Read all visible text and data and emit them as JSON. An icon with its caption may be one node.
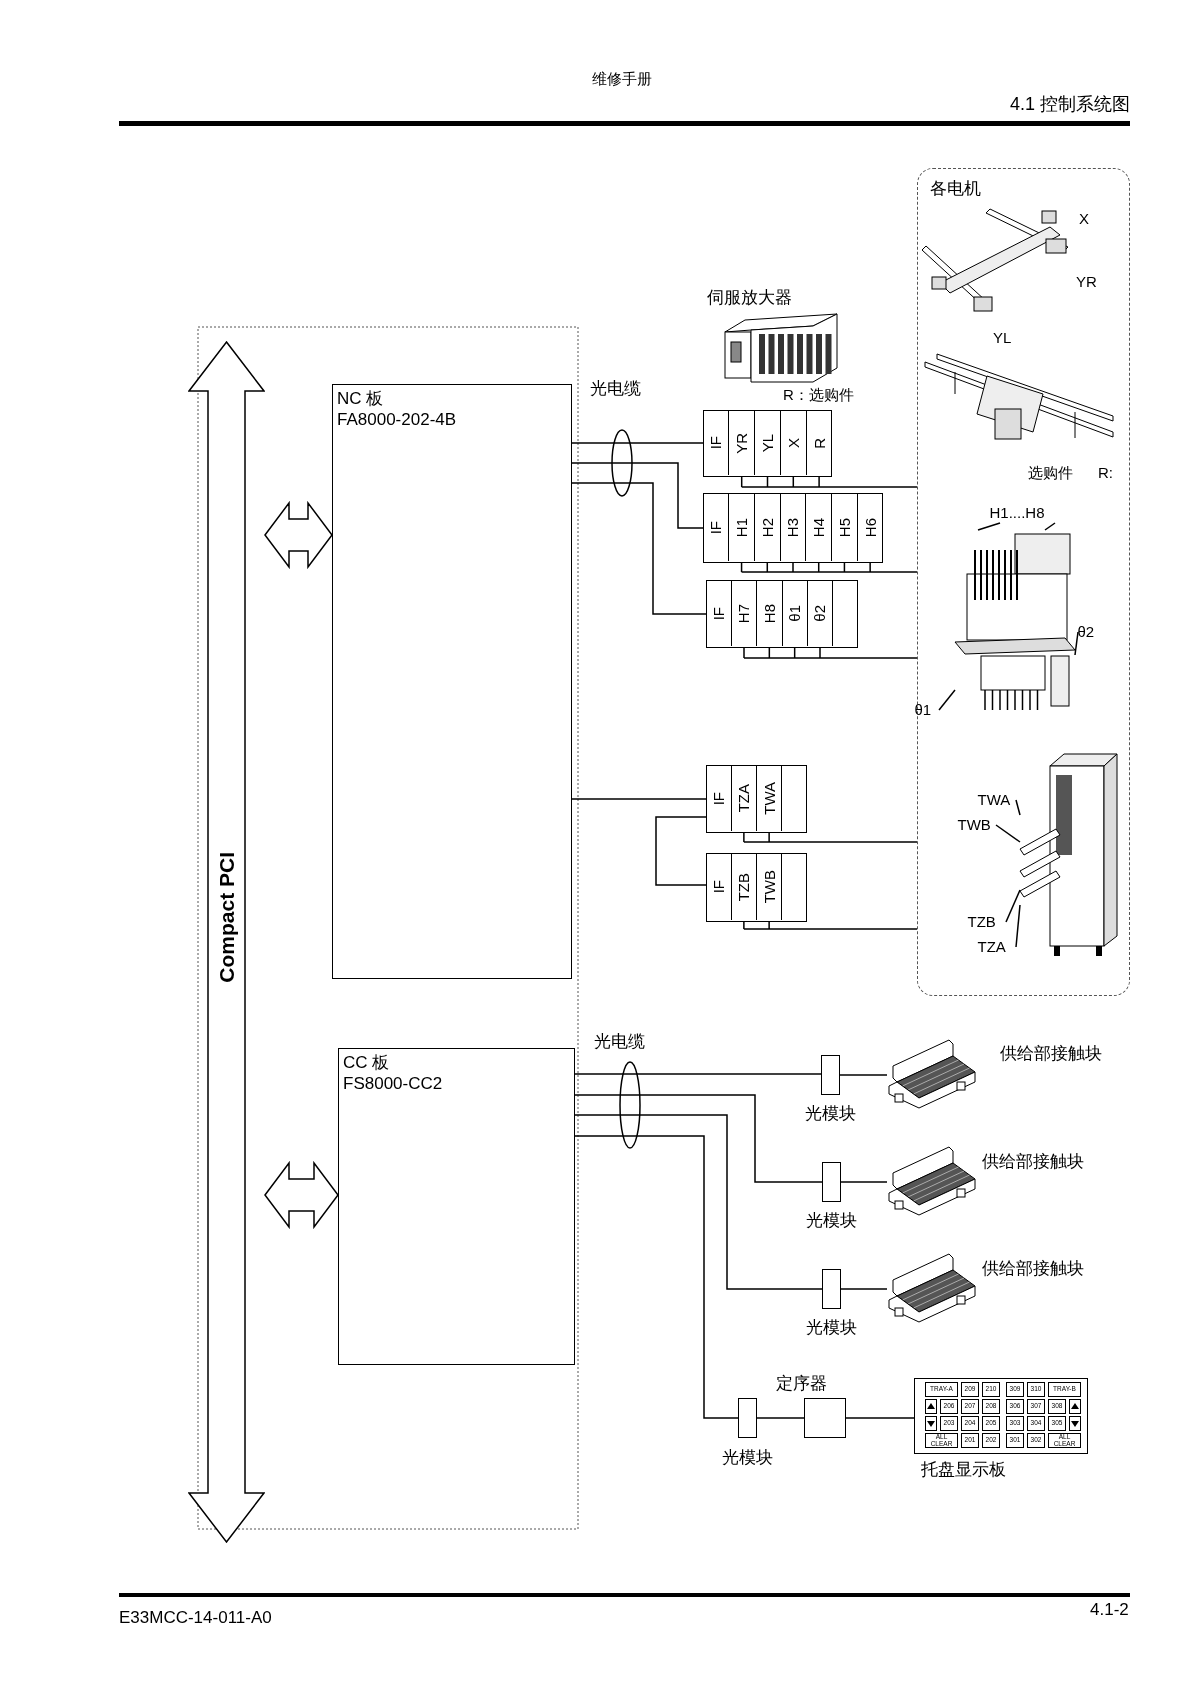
{
  "diagram": {
    "title": "4.1 控制系统图",
    "nodes": [
      {
        "text": [
          "Compact PCI"
        ]
      },
      {
        "text": [
          "NC 板",
          "FA8000-202-4B"
        ]
      },
      {
        "text": [
          "CC 板",
          "FS8000-CC2"
        ]
      },
      {
        "text": [],
        "shape": "picture",
        "beside": [
          "伺服放大器"
        ]
      },
      {
        "text": [],
        "shape": "box"
      },
      {
        "text": [
          "IF"
        ],
        "in": 4
      },
      {
        "text": [
          "YR"
        ],
        "in": 4
      },
      {
        "text": [
          "YL"
        ],
        "in": 4
      },
      {
        "text": [
          "X"
        ],
        "in": 4
      },
      {
        "text": [
          "R"
        ],
        "in": 4
      },
      {
        "text": [],
        "shape": "box"
      },
      {
        "text": [
          "IF"
        ],
        "in": 10
      },
      {
        "text": [
          "H1"
        ],
        "in": 10
      },
      {
        "text": [
          "H2"
        ],
        "in": 10
      },
      {
        "text": [
          "H3"
        ],
        "in": 10
      },
      {
        "text": [
          "H4"
        ],
        "in": 10
      },
      {
        "text": [
          "H5"
        ],
        "in": 10
      },
      {
        "text": [
          "H6"
        ],
        "in": 10
      },
      {
        "text": [],
        "shape": "box"
      },
      {
        "text": [
          "IF"
        ],
        "in": 18
      },
      {
        "text": [
          "H7"
        ],
        "in": 18
      },
      {
        "text": [
          "H8"
        ],
        "in": 18
      },
      {
        "text": [
          "θ1"
        ],
        "in": 18
      },
      {
        "text": [
          "θ2"
        ],
        "in": 18
      },
      {
        "text": [],
        "shape": "box",
        "in": 18
      },
      {
        "text": [],
        "shape": "box"
      },
      {
        "text": [
          "IF"
        ],
        "in": 25
      },
      {
        "text": [
          "TZA"
        ],
        "in": 25
      },
      {
        "text": [
          "TWA"
        ],
        "in": 25
      },
      {
        "text": [],
        "shape": "box",
        "in": 25
      },
      {
        "text": [],
        "shape": "box"
      },
      {
        "text": [
          "IF"
        ],
        "in": 30
      },
      {
        "text": [
          "TZB"
        ],
        "in": 30
      },
      {
        "text": [
          "TWB"
        ],
        "in": 30
      },
      {
        "text": [],
        "shape": "box",
        "in": 30
      },
      {
        "text": [
          "各电机"
        ]
      },
      {
        "text": [],
        "shape": "picture",
        "in": 35
      },
      {
        "text": [],
        "shape": "picture",
        "in": 35
      },
      {
        "text": [],
        "shape": "picture",
        "in": 35
      },
      {
        "text": [],
        "shape": "picture",
        "in": 35
      },
      {
        "text": [
          "H1....H8"
        ],
        "in": 35
      },
      {
        "text": [
          "θ2"
        ],
        "in": 35
      },
      {
        "text": [
          "θ1"
        ],
        "in": 35
      },
      {
        "text": [
          "TWA"
        ],
        "in": 35
      },
      {
        "text": [
          "TWB"
        ],
        "in": 35
      },
      {
        "text": [
          "TZB"
        ],
        "in": 35
      },
      {
        "text": [
          "TZA"
        ],
        "in": 35
      },
      {
        "text": [],
        "shape": "box",
        "beside": [
          "光模块"
        ]
      },
      {
        "text": [],
        "shape": "picture",
        "beside": [
          "供给部接触块"
        ]
      },
      {
        "text": [],
        "shape": "box",
        "beside": [
          "光模块"
        ]
      },
      {
        "text": [],
        "shape": "picture",
        "beside": [
          "供给部接触块"
        ]
      },
      {
        "text": [],
        "shape": "box",
        "beside": [
          "光模块"
        ]
      },
      {
        "text": [],
        "shape": "picture",
        "beside": [
          "供给部接触块"
        ]
      },
      {
        "text": [],
        "shape": "box",
        "beside": [
          "光模块"
        ]
      },
      {
        "text": [],
        "shape": "box",
        "beside": [
          "定序器"
        ]
      },
      {
        "text": [],
        "shape": "picture",
        "beside": [
          "托盘显示板"
        ]
      },
      {
        "text": [],
        "shape": "ellipse"
      },
      {
        "text": [],
        "shape": "ellipse"
      }
    ],
    "edges": [
      {
        "from": 0,
        "to": 1,
        "arrow": "both"
      },
      {
        "from": 0,
        "to": 2,
        "arrow": "both"
      },
      {
        "from": 1,
        "to": 5,
        "arrow": "none"
      },
      {
        "from": 1,
        "to": 11,
        "arrow": "none"
      },
      {
        "from": 1,
        "to": 19,
        "arrow": "none"
      },
      {
        "from": 1,
        "to": 26,
        "arrow": "none"
      },
      {
        "from": 26,
        "to": 31,
        "arrow": "none"
      },
      {
        "from": 6,
        "to": 35,
        "arrow": "none"
      },
      {
        "from": 12,
        "to": 35,
        "arrow": "none"
      },
      {
        "from": 20,
        "to": 35,
        "arrow": "none"
      },
      {
        "from": 27,
        "to": 35,
        "arrow": "none"
      },
      {
        "from": 32,
        "to": 35,
        "arrow": "none"
      },
      {
        "from": 40,
        "to": 38,
        "arrow": "none"
      },
      {
        "from": 40,
        "to": 38,
        "arrow": "none"
      },
      {
        "from": 41,
        "to": 38,
        "arrow": "none"
      },
      {
        "from": 42,
        "to": 38,
        "arrow": "none"
      },
      {
        "from": 43,
        "to": 39,
        "arrow": "none"
      },
      {
        "from": 44,
        "to": 39,
        "arrow": "none"
      },
      {
        "from": 45,
        "to": 39,
        "arrow": "none"
      },
      {
        "from": 46,
        "to": 39,
        "arrow": "none"
      },
      {
        "from": 2,
        "to": 47,
        "arrow": "none"
      },
      {
        "from": 47,
        "to": 48,
        "arrow": "none"
      },
      {
        "from": 2,
        "to": 49,
        "arrow": "none"
      },
      {
        "from": 49,
        "to": 50,
        "arrow": "none"
      },
      {
        "from": 2,
        "to": 51,
        "arrow": "none"
      },
      {
        "from": 51,
        "to": 52,
        "arrow": "none"
      },
      {
        "from": 2,
        "to": 53,
        "arrow": "none"
      },
      {
        "from": 53,
        "to": 54,
        "arrow": "none"
      },
      {
        "from": 54,
        "to": 55,
        "arrow": "none"
      },
      {
        "from": 7,
        "to": 35,
        "arrow": "none"
      },
      {
        "from": 8,
        "to": 35,
        "arrow": "none"
      },
      {
        "from": 9,
        "to": 35,
        "arrow": "none"
      },
      {
        "from": 13,
        "to": 35,
        "arrow": "none"
      },
      {
        "from": 14,
        "to": 35,
        "arrow": "none"
      },
      {
        "from": 15,
        "to": 35,
        "arrow": "none"
      },
      {
        "from": 16,
        "to": 35,
        "arrow": "none"
      },
      {
        "from": 17,
        "to": 35,
        "arrow": "none"
      },
      {
        "from": 21,
        "to": 35,
        "arrow": "none"
      },
      {
        "from": 22,
        "to": 35,
        "arrow": "none"
      },
      {
        "from": 23,
        "to": 35,
        "arrow": "none"
      },
      {
        "from": 28,
        "to": 35,
        "arrow": "none"
      },
      {
        "from": 33,
        "to": 35,
        "arrow": "none"
      }
    ],
    "labels": [
      "维修手册",
      "光电缆",
      "R：选购件",
      "X",
      "YR",
      "YL",
      "选购件",
      "R:",
      "光电缆",
      "TRAY-A",
      "209",
      "210",
      "309",
      "310",
      "TRAY-B",
      "206",
      "207",
      "208",
      "306",
      "307",
      "308",
      "203",
      "204",
      "205",
      "303",
      "304",
      "305",
      "ALL CLEAR",
      "201",
      "202",
      "301",
      "302",
      "ALL CLEAR",
      "E33MCC-14-011-A0",
      "4.1-2"
    ]
  }
}
